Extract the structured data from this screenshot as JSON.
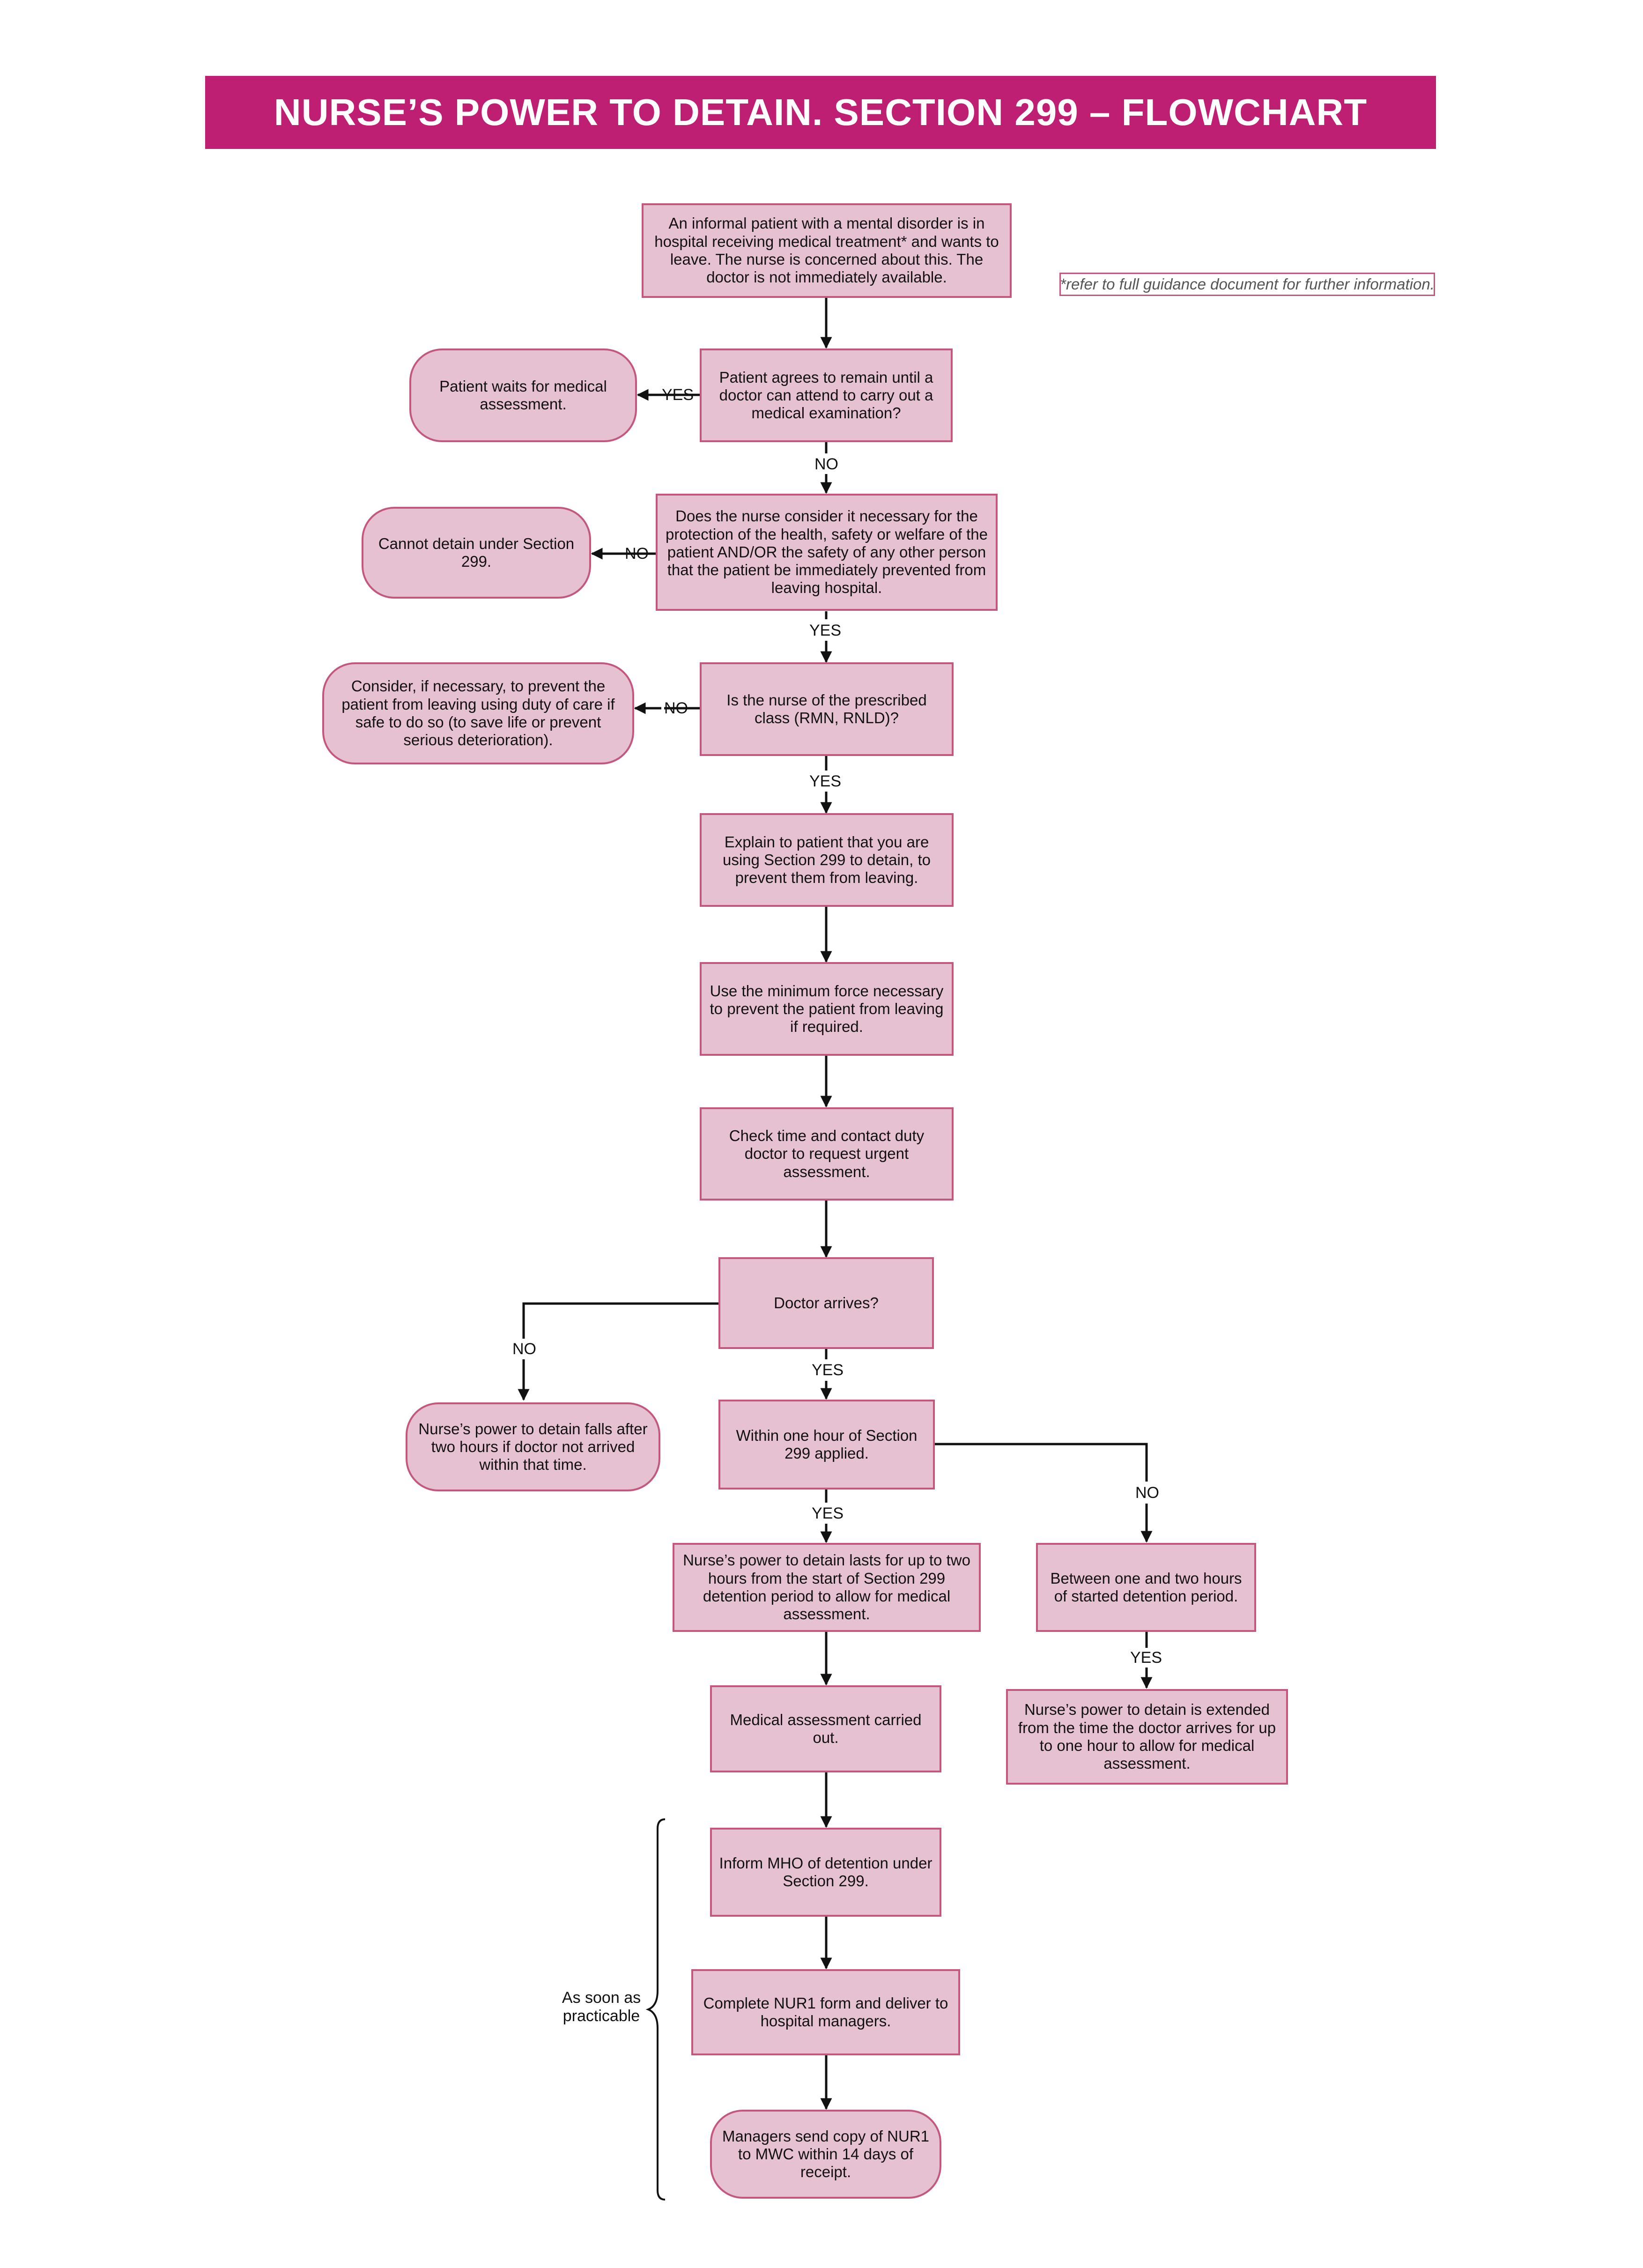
{
  "title": "NURSE’S POWER TO DETAIN. SECTION 299 – FLOWCHART",
  "note": "*refer to full guidance document for further information.",
  "nodes": {
    "start": "An informal patient with a mental disorder is in hospital receiving medical treatment* and wants to leave. The nurse is concerned about this. The doctor is not immediately available.",
    "agrees": "Patient agrees to remain until a doctor can attend to carry out a medical examination?",
    "waits": "Patient waits for medical assessment.",
    "necessary": "Does the nurse consider it necessary for the protection of the health, safety or welfare of the patient AND/OR the safety of any other person that the patient be immediately prevented from leaving hospital.",
    "cannot": "Cannot detain under Section 299.",
    "prescribed": "Is the nurse of the prescribed class (RMN, RNLD)?",
    "duty_of_care": "Consider, if necessary, to prevent the patient from leaving using duty of care if safe to do so (to save life or prevent serious deterioration).",
    "explain": "Explain to patient that you are using Section 299 to detain, to prevent them from leaving.",
    "force": "Use the minimum force necessary to prevent the patient from leaving if required.",
    "check_time": "Check time and contact duty doctor to request urgent assessment.",
    "doctor_arrives": "Doctor arrives?",
    "power_falls": "Nurse’s power to detain falls after two hours if doctor not arrived within that time.",
    "within_hour": "Within one hour of Section 299 applied.",
    "two_hours": "Nurse’s power to detain lasts for up to two hours from the start of Section 299 detention period to allow for medical assessment.",
    "between": "Between one and two hours of started detention period.",
    "extended": "Nurse’s power to detain is extended from the time the doctor arrives for up to one hour to allow for medical assessment.",
    "assessment": "Medical assessment carried out.",
    "inform_mho": "Inform MHO of detention under Section 299.",
    "nur1": "Complete NUR1 form and deliver to hospital managers.",
    "managers": "Managers send copy of NUR1 to MWC within 14 days of receipt."
  },
  "edge_labels": {
    "yes": "YES",
    "no": "NO"
  },
  "brace_label": "As soon as practicable",
  "colors": {
    "banner": "#be1f72",
    "box_fill": "#e6c1d2",
    "box_border": "#c4577e",
    "line": "#111111"
  }
}
